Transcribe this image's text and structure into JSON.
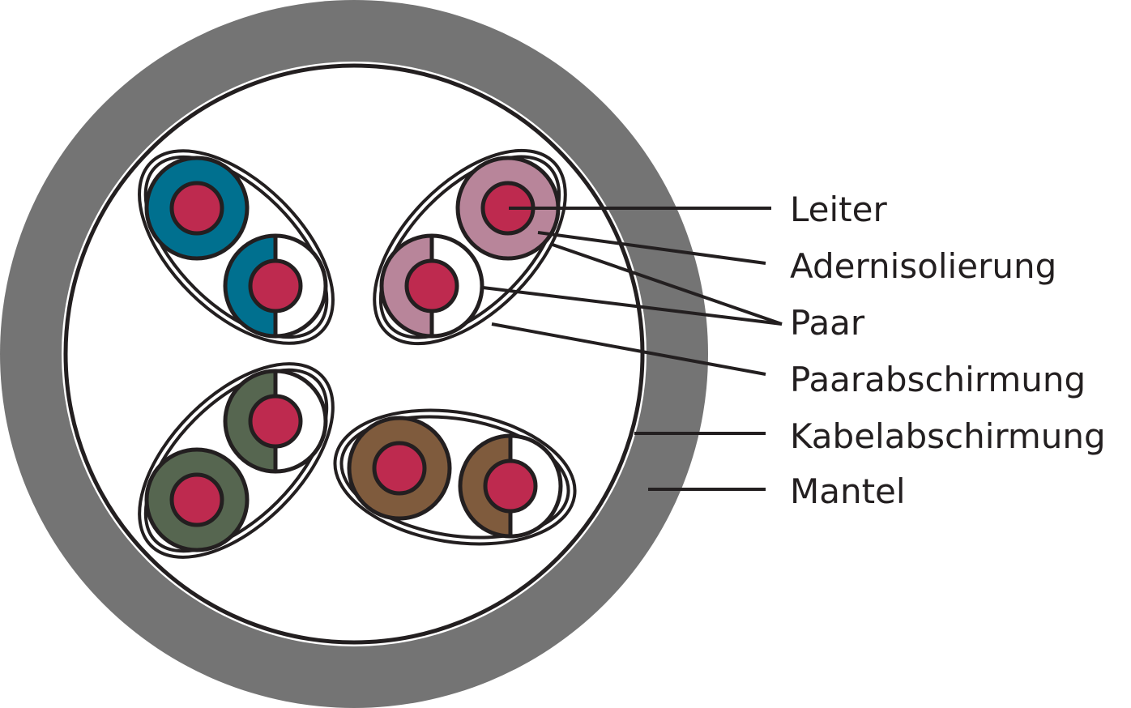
{
  "labels": {
    "leiter": "Leiter",
    "adernisolierung": "Adernisolierung",
    "paar": "Paar",
    "paarabschirmung": "Paarabschirmung",
    "kabelabschirmung": "Kabelabschirmung",
    "mantel": "Mantel"
  },
  "colors": {
    "mantel": "#747474",
    "stroke": "#231f20",
    "conductor": "#be2a4f",
    "pair1": "#00708f",
    "pair2": "#b8859a",
    "pair3": "#566650",
    "pair4": "#7f5b3d"
  }
}
